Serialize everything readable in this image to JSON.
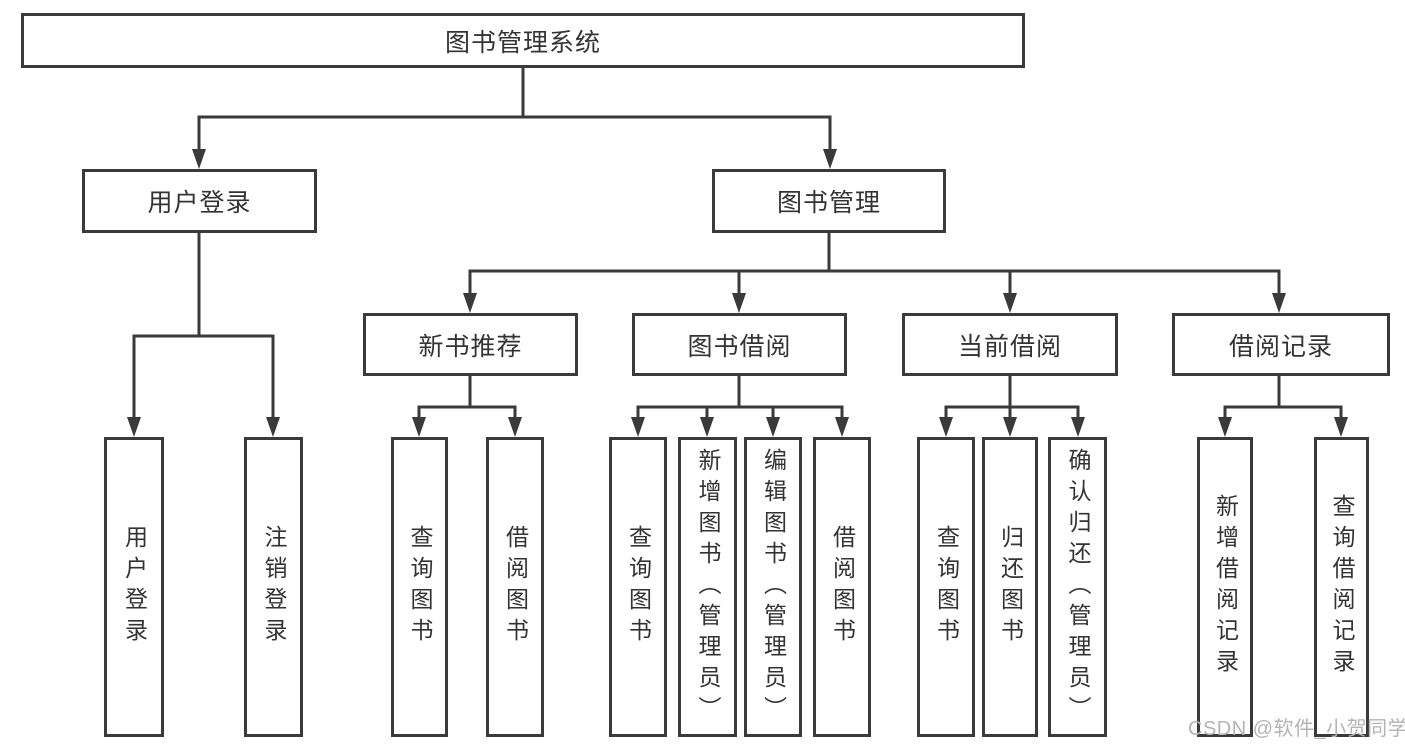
{
  "diagram": {
    "root": {
      "label": "图书管理系统"
    },
    "level2": [
      {
        "label": "用户登录"
      },
      {
        "label": "图书管理"
      }
    ],
    "level3": [
      {
        "label": "新书推荐"
      },
      {
        "label": "图书借阅"
      },
      {
        "label": "当前借阅"
      },
      {
        "label": "借阅记录"
      }
    ],
    "leaves": [
      {
        "label": "用户登录"
      },
      {
        "label": "注销登录"
      },
      {
        "label": "查询图书"
      },
      {
        "label": "借阅图书"
      },
      {
        "label": "查询图书"
      },
      {
        "label": "新增图书（管理员）"
      },
      {
        "label": "编辑图书（管理员）"
      },
      {
        "label": "借阅图书"
      },
      {
        "label": "查询图书"
      },
      {
        "label": "归还图书"
      },
      {
        "label": "确认归还（管理员）"
      },
      {
        "label": "新增借阅记录"
      },
      {
        "label": "查询借阅记录"
      }
    ],
    "colors": {
      "line": "#3a3a3a",
      "text": "#333333",
      "background": "#ffffff",
      "watermark": "#b4b4b4"
    }
  },
  "watermark": {
    "text": "CSDN @软件_小贺同学"
  }
}
